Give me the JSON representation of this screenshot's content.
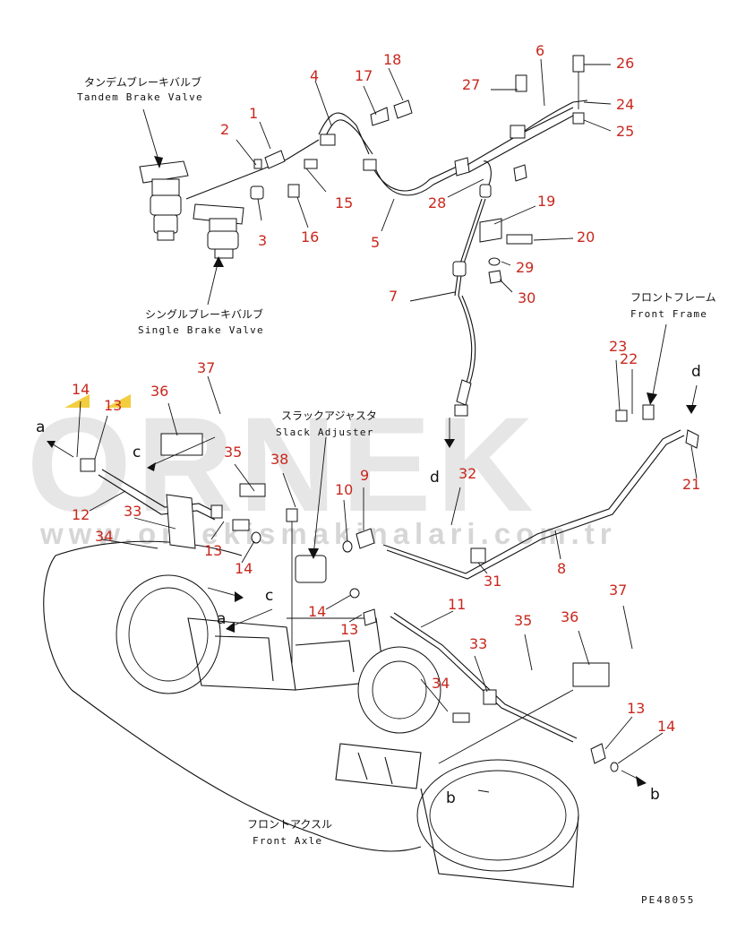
{
  "labels": {
    "tandem_brake_valve_jp": "タンデムブレーキバルブ",
    "tandem_brake_valve_en": "Tandem Brake Valve",
    "single_brake_valve_jp": "シングルブレーキバルブ",
    "single_brake_valve_en": "Single Brake Valve",
    "slack_adjuster_jp": "スラックアジャスタ",
    "slack_adjuster_en": "Slack Adjuster",
    "front_frame_jp": "フロントフレーム",
    "front_frame_en": "Front Frame",
    "front_axle_jp": "フロントアクスル",
    "front_axle_en": "Front Axle",
    "drawing_code": "PE48055"
  },
  "watermark": {
    "logo": "ORNEK",
    "url": "www.ornekismakinalari.com.tr"
  },
  "callouts": [
    "1",
    "2",
    "3",
    "4",
    "5",
    "6",
    "7",
    "8",
    "9",
    "10",
    "11",
    "12",
    "13",
    "13",
    "13",
    "13",
    "14",
    "14",
    "14",
    "14",
    "15",
    "16",
    "17",
    "18",
    "19",
    "20",
    "21",
    "22",
    "23",
    "24",
    "25",
    "26",
    "27",
    "28",
    "29",
    "30",
    "31",
    "32",
    "33",
    "33",
    "34",
    "34",
    "35",
    "35",
    "36",
    "36",
    "37",
    "37",
    "38"
  ],
  "connection_refs": [
    "a",
    "a",
    "b",
    "b",
    "c",
    "c",
    "d",
    "d"
  ],
  "colors": {
    "callout": "#c8281e",
    "line": "#111111",
    "watermark": "#d2d2d2",
    "watermark_accent": "#f0c010"
  }
}
